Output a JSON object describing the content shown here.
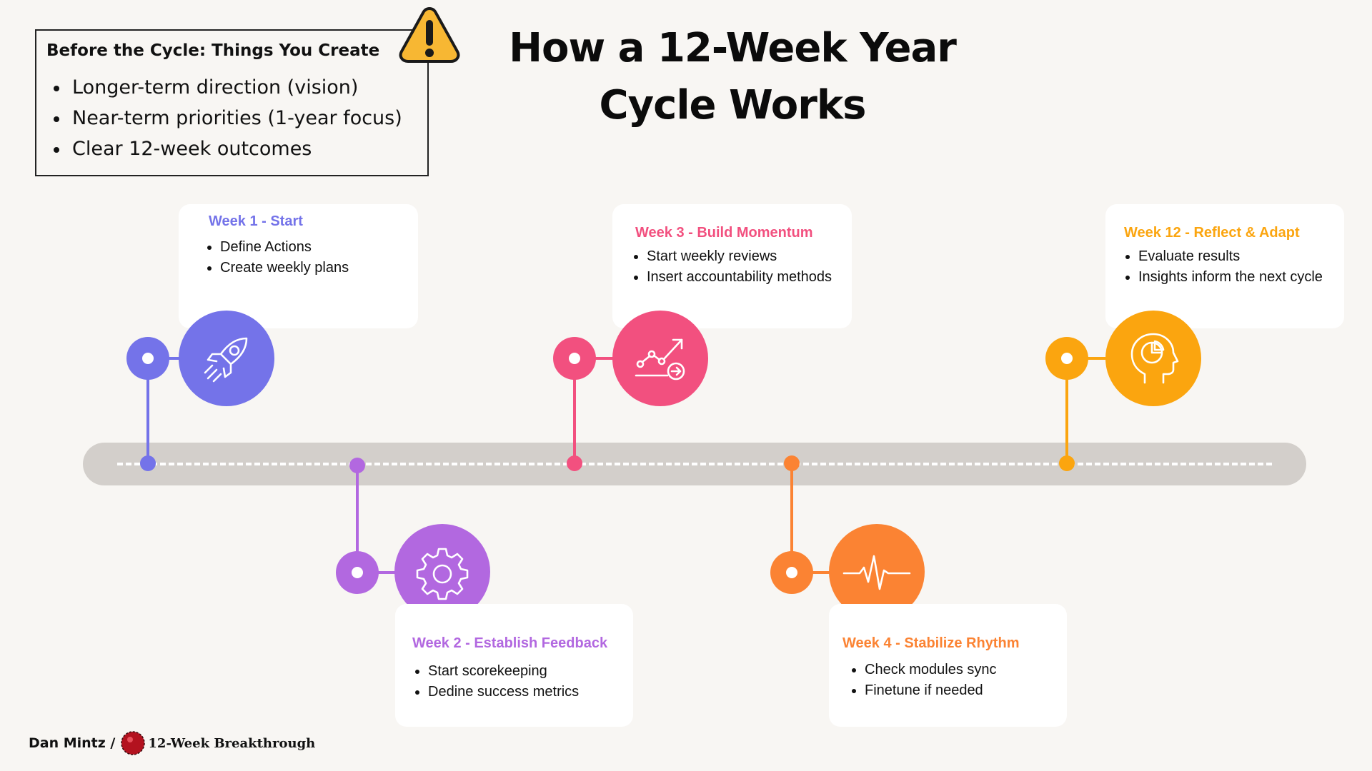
{
  "title": {
    "line1": "How a 12-Week Year",
    "line2": "Cycle Works"
  },
  "before": {
    "heading": "Before the Cycle: Things You Create",
    "items": [
      "Longer-term direction (vision)",
      "Near-term priorities (1-year focus)",
      "Clear 12-week outcomes"
    ]
  },
  "weeks": [
    {
      "title": "Week 1 - Start",
      "items": [
        "Define Actions",
        "Create weekly plans"
      ],
      "color": "#7473e9",
      "icon": "rocket-icon"
    },
    {
      "title": "Week 2 - Establish Feedback",
      "items": [
        "Start scorekeeping",
        "Dedine success metrics"
      ],
      "color": "#b268e0",
      "icon": "gear-icon"
    },
    {
      "title": "Week 3 - Build Momentum",
      "items": [
        "Start weekly reviews",
        "Insert accountability methods"
      ],
      "color": "#f2507f",
      "icon": "growth-chart-icon"
    },
    {
      "title": "Week 4 - Stabilize Rhythm",
      "items": [
        "Check modules sync",
        "Finetune if needed"
      ],
      "color": "#fb8333",
      "icon": "heartbeat-icon"
    },
    {
      "title": "Week 12 - Reflect & Adapt",
      "items": [
        "Evaluate results",
        "Insights inform the next cycle"
      ],
      "color": "#fba50f",
      "icon": "head-analytics-icon"
    }
  ],
  "footer": {
    "name": "Dan Mintz /",
    "brand": "12-Week Breakthrough"
  },
  "colors": {
    "background": "#f8f6f3",
    "timeline": "#d3cfcb",
    "warning": "#f7b733"
  }
}
